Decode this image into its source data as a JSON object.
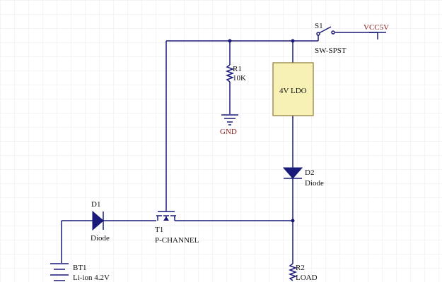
{
  "colors": {
    "wire": "#1a1a7a",
    "ldo_fill": "#f7f1b5",
    "net_label": "#8b1a1a",
    "grid": "#e9e9e9"
  },
  "components": {
    "s1": {
      "designator": "S1",
      "value": "SW-SPST"
    },
    "vcc": {
      "net": "VCC5V"
    },
    "r1": {
      "designator": "R1",
      "value": "10K"
    },
    "gnd": {
      "net": "GND"
    },
    "ldo": {
      "value": "4V LDO"
    },
    "d2": {
      "designator": "D2",
      "value": "Diode"
    },
    "d1": {
      "designator": "D1",
      "value": "Diode"
    },
    "t1": {
      "designator": "T1",
      "value": "P-CHANNEL"
    },
    "bt1": {
      "designator": "BT1",
      "value": "Li-ion 4.2V"
    },
    "r2": {
      "designator": "R2",
      "value": "LOAD"
    }
  }
}
